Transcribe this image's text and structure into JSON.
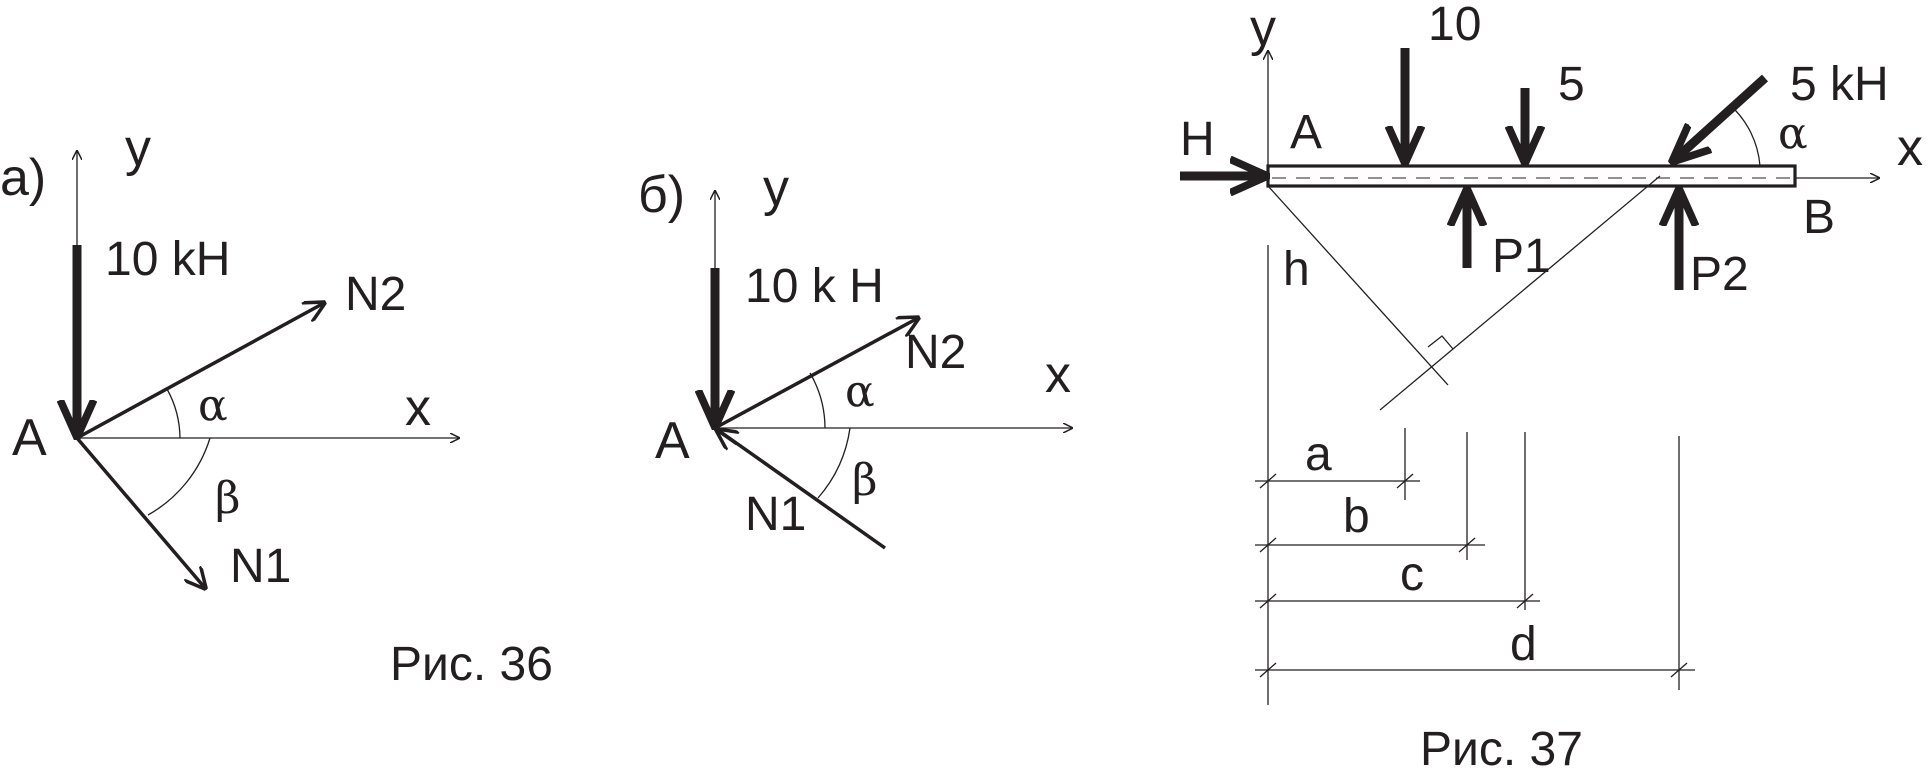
{
  "fig36": {
    "caption": "Рис. 36",
    "panel_a": {
      "tag": "а)",
      "y": "y",
      "x": "x",
      "force": "10 kН",
      "n1": "N1",
      "n2": "N2",
      "point": "A",
      "alpha": "α",
      "beta": "β"
    },
    "panel_b": {
      "tag": "б)",
      "y": "y",
      "x": "x",
      "force": "10 k Н",
      "n1": "N1",
      "n2": "N2",
      "point": "A",
      "alpha": "α",
      "beta": "β"
    }
  },
  "fig37": {
    "caption": "Рис. 37",
    "y": "y",
    "x": "x",
    "load_10": "10",
    "load_5": "5",
    "load_inclined": "5 kН",
    "H": "H",
    "A": "A",
    "B": "B",
    "P1": "P1",
    "P2": "P2",
    "h": "h",
    "alpha": "α",
    "dims": {
      "a": "a",
      "b": "b",
      "c": "c",
      "d": "d"
    }
  }
}
